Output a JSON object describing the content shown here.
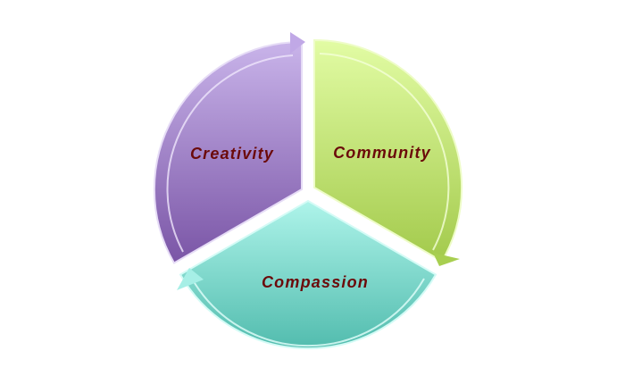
{
  "diagram": {
    "type": "cycle",
    "segments": [
      {
        "label": "Community",
        "color_top": "#e2fca4",
        "color_bottom": "#a3ca4c"
      },
      {
        "label": "Compassion",
        "color_top": "#aef4ea",
        "color_bottom": "#52bcae"
      },
      {
        "label": "Creativity",
        "color_top": "#c9b4ea",
        "color_bottom": "#7a55a6"
      }
    ],
    "text_color": "#6b0a0a"
  }
}
